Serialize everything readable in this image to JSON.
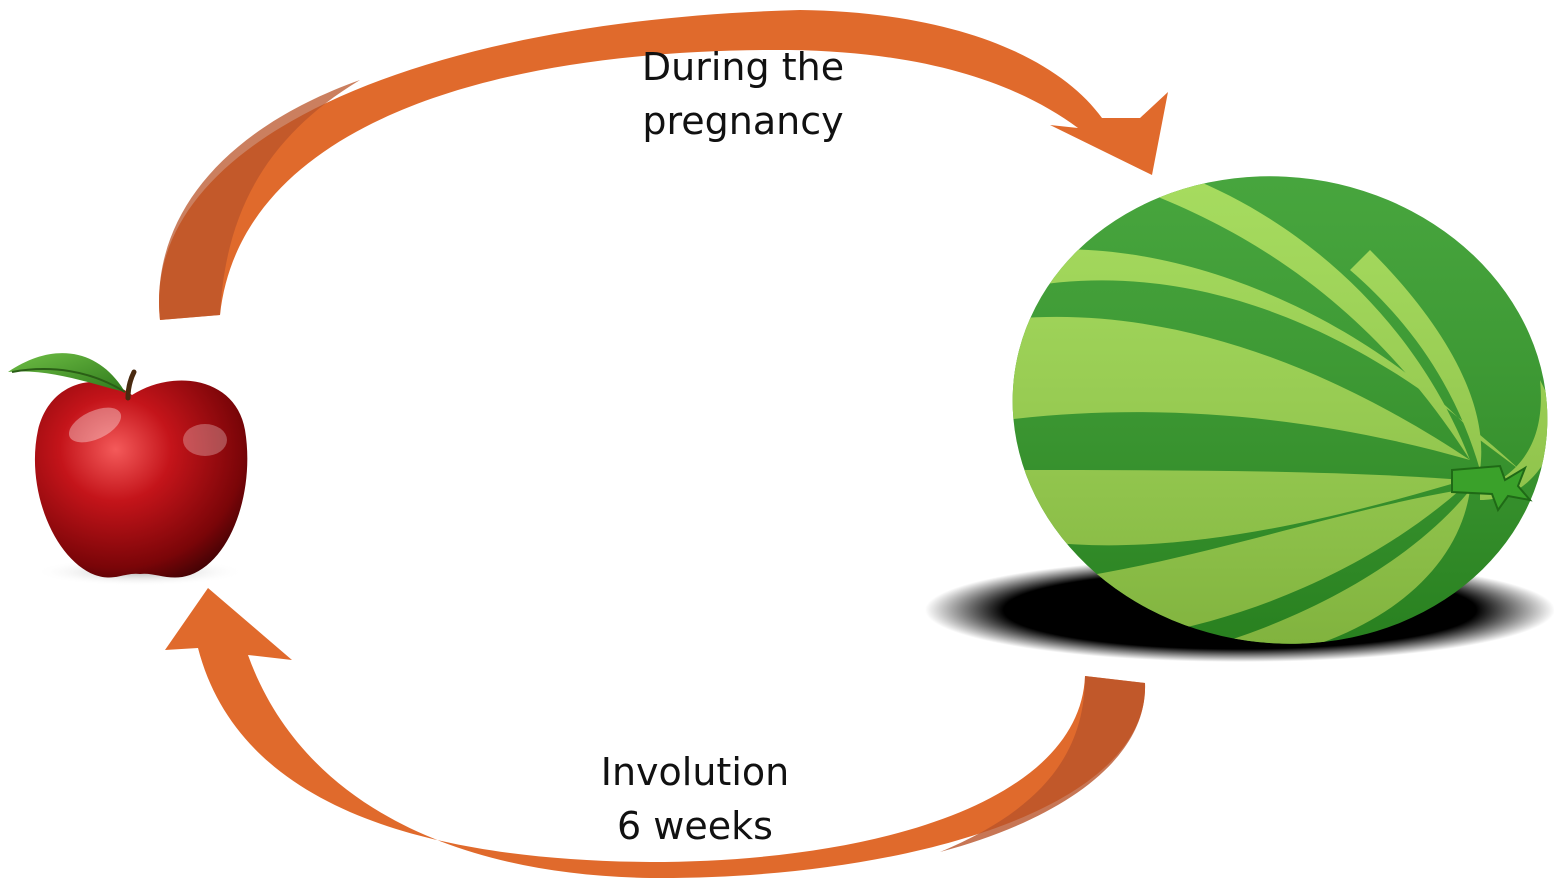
{
  "diagram": {
    "top_label": {
      "line1": "During the",
      "line2": "pregnancy"
    },
    "bottom_label": {
      "line1": "Involution",
      "line2": "6 weeks"
    },
    "nodes": [
      {
        "name": "apple",
        "icon": "apple-icon"
      },
      {
        "name": "watermelon",
        "icon": "watermelon-icon"
      }
    ],
    "colors": {
      "arrow": "#e06a2c",
      "arrow_shade": "#b9542a",
      "apple": "#b30d10",
      "watermelon_dark": "#2f9a24",
      "watermelon_light": "#9bd84a"
    }
  }
}
